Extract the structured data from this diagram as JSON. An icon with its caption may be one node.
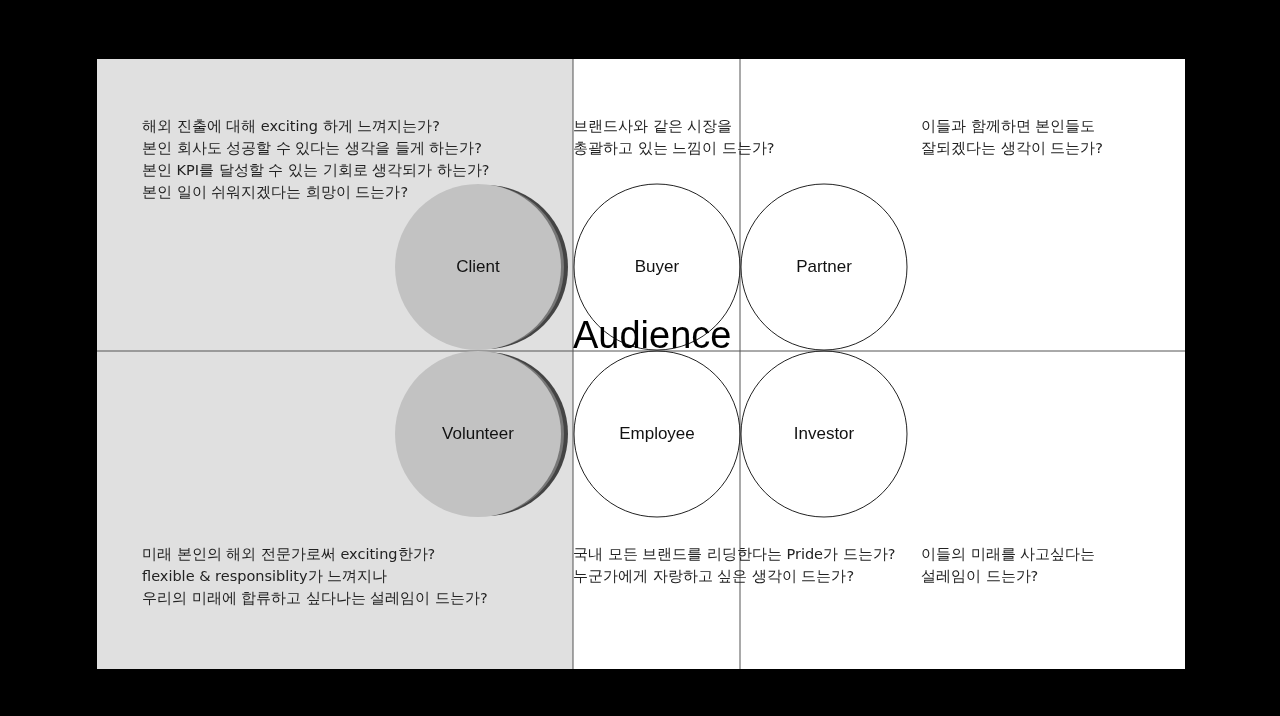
{
  "diagram": {
    "title": "Audience",
    "nodes": [
      {
        "text": [
          "Client"
        ]
      },
      {
        "text": [
          "Buyer"
        ]
      },
      {
        "text": [
          "Partner"
        ]
      },
      {
        "text": [
          "Volunteer"
        ]
      },
      {
        "text": [
          "Employee"
        ]
      },
      {
        "text": [
          "Investor"
        ]
      }
    ],
    "labels": [
      "해외 진출에 대해 exciting 하게 느껴지는가?",
      "본인 회사도 성공할 수 있다는 생각을 들게 하는가?",
      "본인 KPI를 달성할 수 있는 기회로 생각되가 하는가?",
      "본인 일이 쉬워지겠다는 희망이 드는가?",
      "브랜드사와 같은 시장을 총괄하고 있는 느낌이 드는가?",
      "이들과 함께하면 본인들도 잘되겠다는 생각이 드는가?",
      "미래 본인의 해외 전문가로써 exciting한가?",
      "flexible & responsiblity가 느껴지나",
      "우리의 미래에 합류하고 싶다나는 설레임이 드는가?",
      "국내 모든 브랜드를 리딩한다는 Pride가 드는가?",
      "누군가에게 자랑하고 싶은 생각이 드는가?",
      "이들의 미래를 사고싶다는 설레임이 드는가?"
    ]
  }
}
